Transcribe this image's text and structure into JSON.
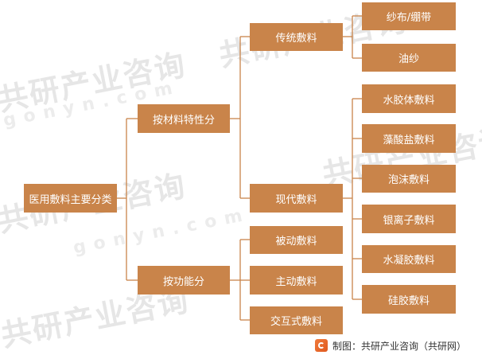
{
  "watermark": {
    "brand_text": "共研产业咨询",
    "site_text": "gonyn.com"
  },
  "root": {
    "label": "医用敷料主要分类"
  },
  "branches": [
    {
      "label": "按材料特性分"
    },
    {
      "label": "按功能分"
    }
  ],
  "material_groups": [
    {
      "label": "传统敷料",
      "items": [
        "纱布/绷带",
        "油纱"
      ]
    },
    {
      "label": "现代敷料",
      "items": [
        "水胶体敷料",
        "藻酸盐敷料",
        "泡沫敷料",
        "银离子敷料",
        "水凝胶敷料",
        "硅胶敷料"
      ]
    }
  ],
  "function_items": [
    "被动敷料",
    "主动敷料",
    "交互式敷料"
  ],
  "footer": {
    "text": "制图：共研产业咨询（共研网）"
  },
  "colors": {
    "node_fill": "#c9844a",
    "line": "#c9844a",
    "footer_logo": "#f07a3a"
  }
}
